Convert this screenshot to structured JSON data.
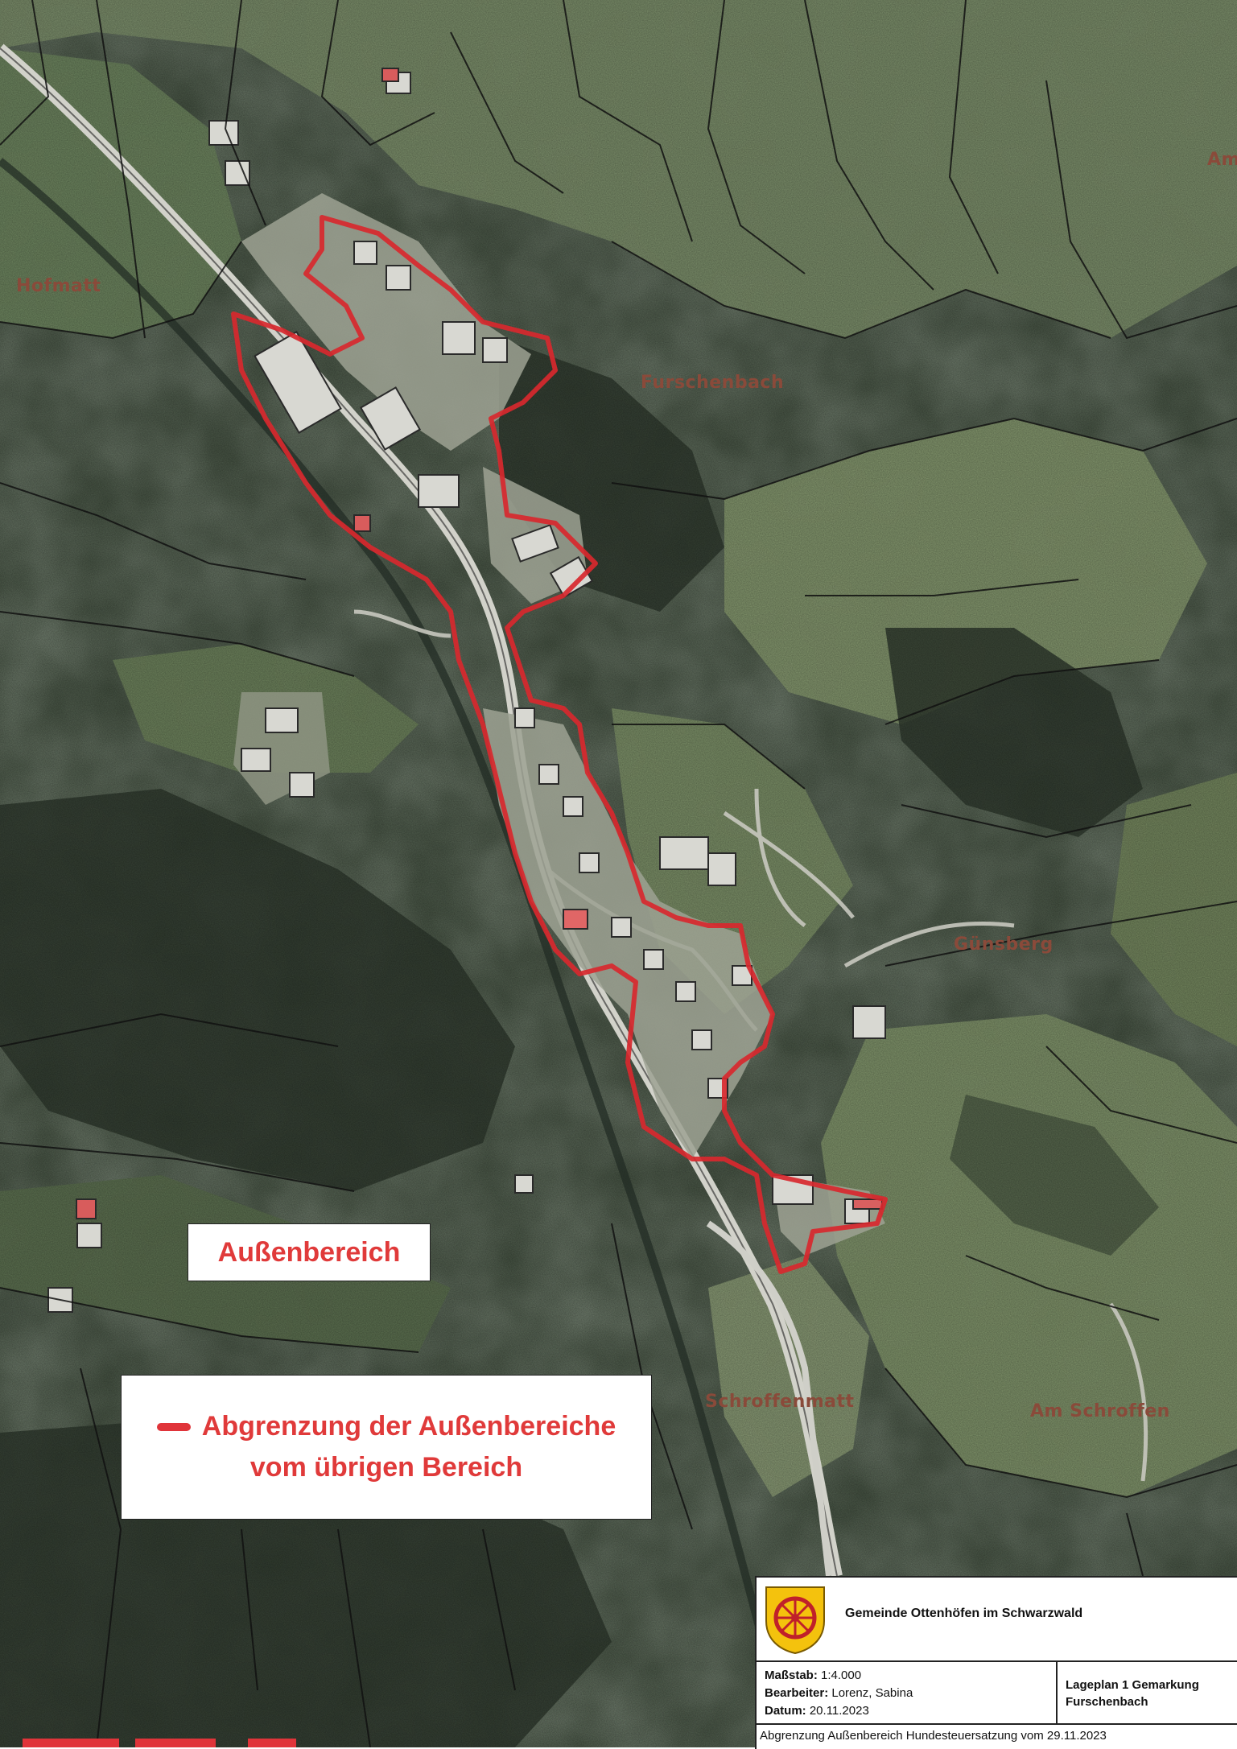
{
  "map": {
    "place_labels": [
      "Am",
      "Hofmatt",
      "Furschenbach",
      "Günsberg",
      "Am Schroffen",
      "Schroffenmatt"
    ],
    "colors": {
      "boundary": "#d8282e",
      "forest": "#3d4a3a",
      "meadow": "#7f9270",
      "settlement": "#a6aa9e",
      "road": "#cfcfc8",
      "parcel_lines": "#111111"
    }
  },
  "labels": {
    "aussenbereich": "Außenbereich",
    "legend_line1": "Abgrenzung der Außenbereiche",
    "legend_line2": "vom übrigen Bereich",
    "legend_icon": "red-line-swatch"
  },
  "title_block": {
    "org": "Gemeinde Ottenhöfen im Schwarzwald",
    "crest_icon": "wheel-crest-icon",
    "scale_label": "Maßstab:",
    "scale_value": "1:4.000",
    "editor_label": "Bearbeiter:",
    "editor_value": "Lorenz, Sabina",
    "date_label": "Datum:",
    "date_value": "20.11.2023",
    "plan_line1": "Lageplan 1 Gemarkung",
    "plan_line2": "Furschenbach",
    "footer": "Abgrenzung Außenbereich Hundesteuersatzung vom 29.11.2023"
  }
}
